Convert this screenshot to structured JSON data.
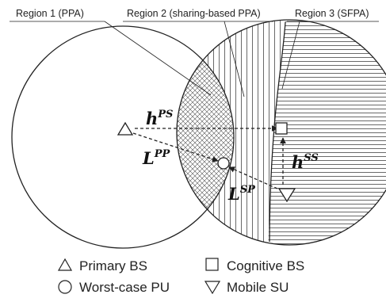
{
  "regions": {
    "region1": "Region 1 (PPA)",
    "region2": "Region 2 (sharing-based PPA)",
    "region3": "Region 3 (SFPA)"
  },
  "links": {
    "h_ps": {
      "base": "h",
      "sup": "PS"
    },
    "l_pp": {
      "base": "L",
      "sup": "PP"
    },
    "h_ss": {
      "base": "h",
      "sup": "SS"
    },
    "l_sp": {
      "base": "L",
      "sup": "SP"
    }
  },
  "legend": {
    "primary_bs": {
      "label": "Primary BS",
      "icon": "triangle-up-icon"
    },
    "cognitive_bs": {
      "label": "Cognitive BS",
      "icon": "square-icon"
    },
    "worst_case_pu": {
      "label": "Worst-case PU",
      "icon": "circle-icon"
    },
    "mobile_su": {
      "label": "Mobile SU",
      "icon": "triangle-down-icon"
    }
  }
}
